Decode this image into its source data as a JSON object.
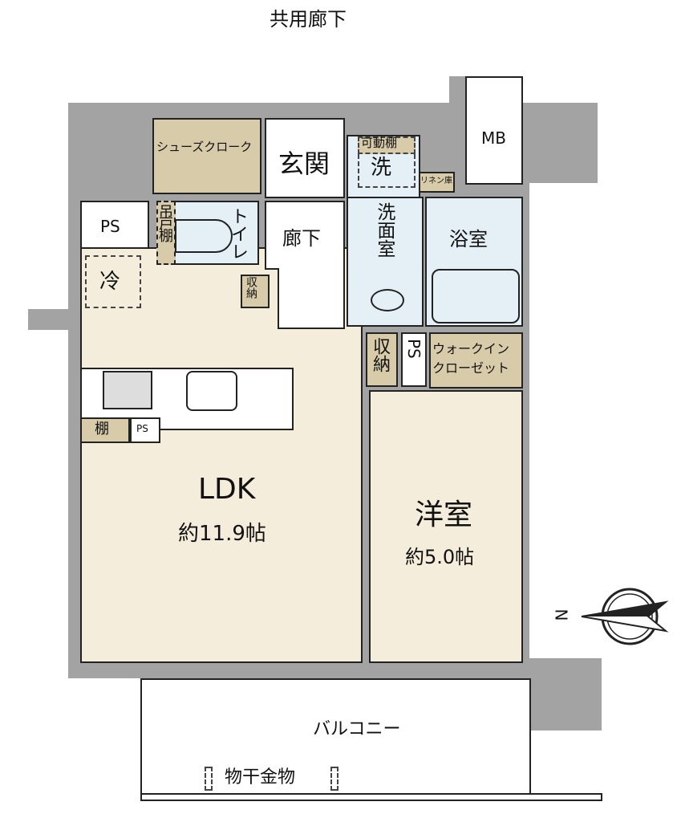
{
  "top_label": "共用廊下",
  "rooms": {
    "shoe_closet": "シューズクローク",
    "entrance": "玄関",
    "washer": "洗",
    "movable_shelf": "可動棚",
    "linen": "リネン庫",
    "mb": "MB",
    "ps_top": "PS",
    "hanging_shelf": "吊戸棚",
    "toilet": "トイレ",
    "hallway": "廊下",
    "washroom": "洗面室",
    "bath": "浴室",
    "fridge": "冷",
    "storage_small": "収納",
    "storage": "収納",
    "ps_mid": "PS",
    "wic": "ウォークイン\nクローゼット",
    "wic_line1": "ウォークイン",
    "wic_line2": "クローゼット",
    "shelf": "棚",
    "ps_kitchen": "PS",
    "ldk": "LDK",
    "ldk_size": "約11.9帖",
    "western": "洋室",
    "western_size": "約5.0帖",
    "balcony": "バルコニー",
    "drying": "物干金物"
  },
  "compass": {
    "label": "N"
  },
  "colors": {
    "wall": "#a3a3a3",
    "floor": "#f4eddb",
    "wet": "#e4eff6",
    "storage": "#d8cba9"
  }
}
